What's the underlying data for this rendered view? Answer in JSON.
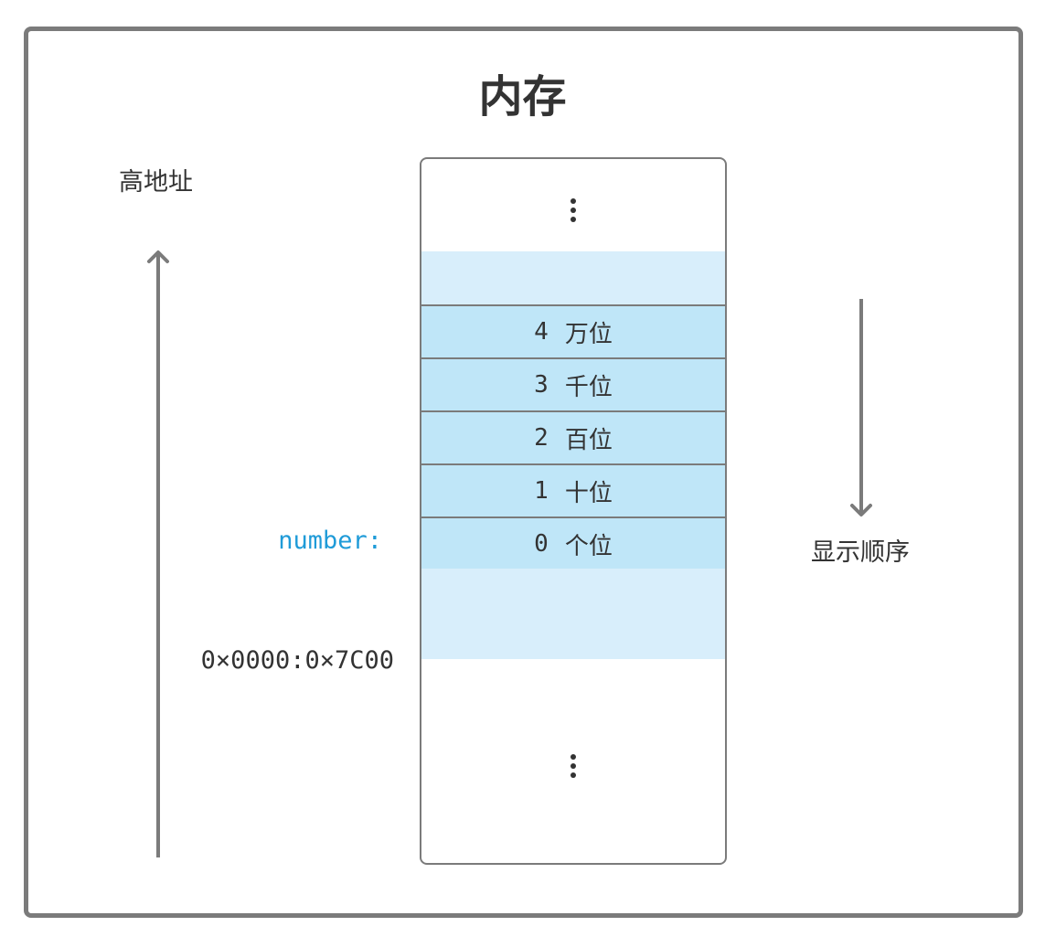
{
  "title": "内存",
  "left_axis": {
    "label": "高地址",
    "direction": "up",
    "icon": "arrow-up-icon"
  },
  "right_axis": {
    "label": "显示顺序",
    "direction": "down",
    "icon": "arrow-down-icon"
  },
  "variable_label": "number:",
  "address_label": "0×0000:0×7C00",
  "memory": {
    "top_ellipsis_icon": "vertical-ellipsis-icon",
    "bottom_ellipsis_icon": "vertical-ellipsis-icon",
    "cells": [
      {
        "index": "4",
        "name": "万位"
      },
      {
        "index": "3",
        "name": "千位"
      },
      {
        "index": "2",
        "name": "百位"
      },
      {
        "index": "1",
        "name": "十位"
      },
      {
        "index": "0",
        "name": "个位"
      }
    ]
  },
  "colors": {
    "frame": "#7b7b7b",
    "cell_fill": "#bfe6f8",
    "band_fill": "#d8eefb",
    "variable_text": "#1f9bd8",
    "text": "#333333"
  }
}
